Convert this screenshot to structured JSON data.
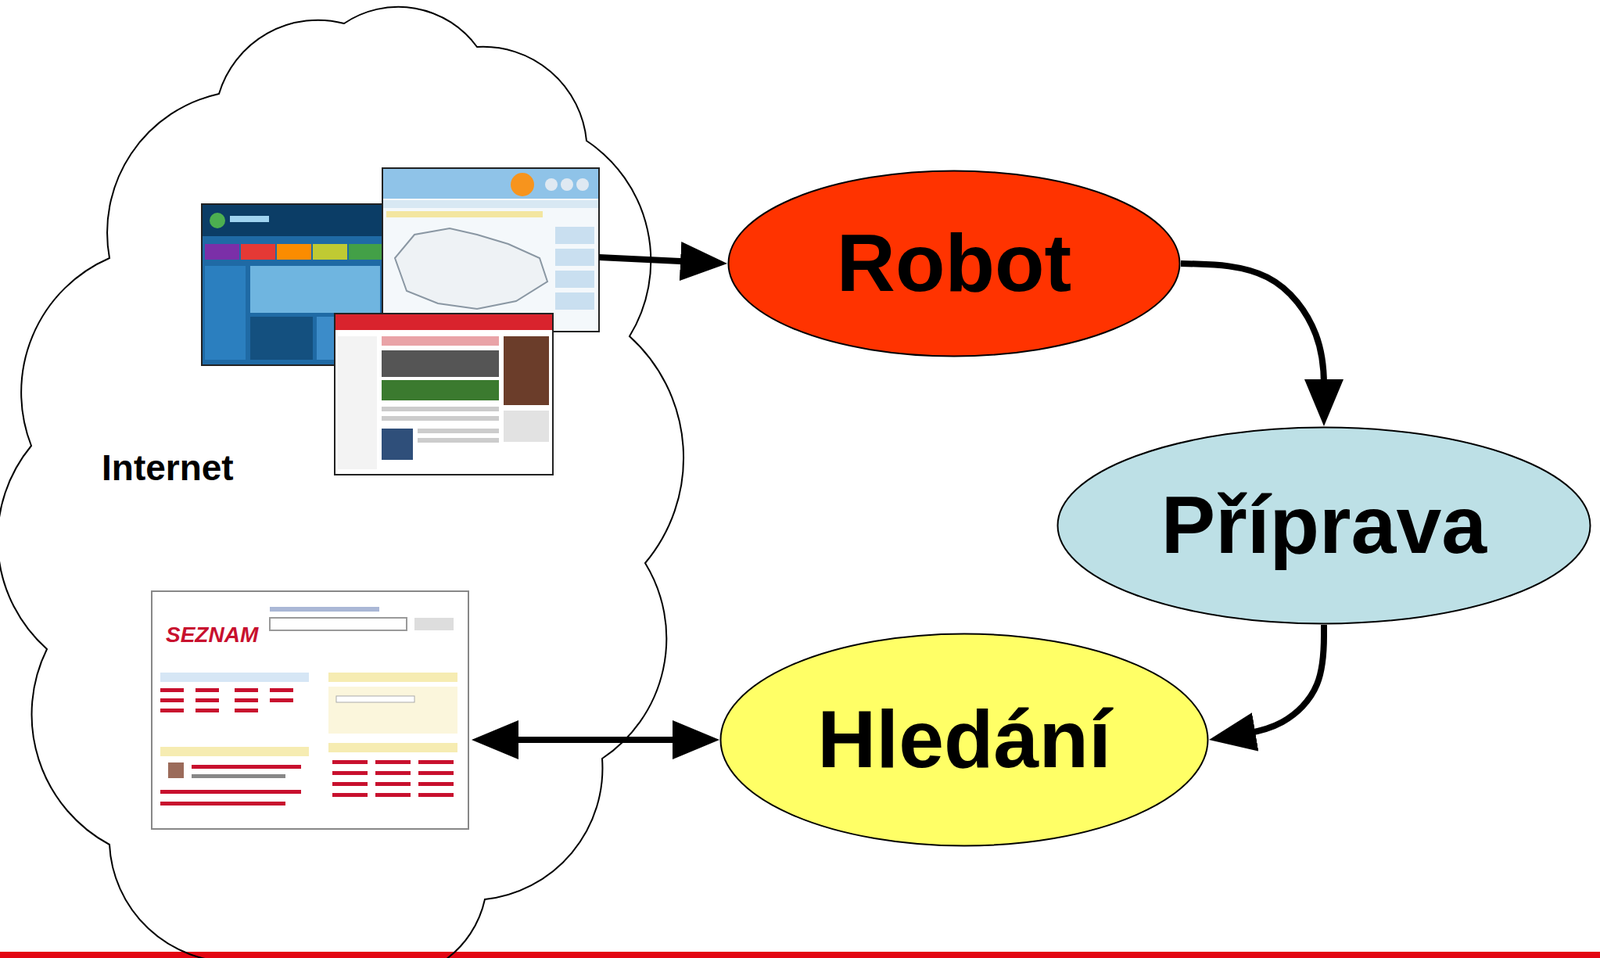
{
  "diagram": {
    "nodes": [
      {
        "text": [
          "Internet"
        ]
      },
      {
        "text": [
          "Robot"
        ]
      },
      {
        "text": [
          "Příprava"
        ]
      },
      {
        "text": [
          "Hledání"
        ]
      }
    ],
    "edges": [
      {
        "from": 0,
        "to": 1,
        "arrow": "to"
      },
      {
        "from": 1,
        "to": 2,
        "arrow": "to"
      },
      {
        "from": 2,
        "to": 3,
        "arrow": "to"
      },
      {
        "from": 0,
        "to": 3,
        "arrow": "both"
      }
    ],
    "labels": [
      "SEZNAM"
    ]
  }
}
